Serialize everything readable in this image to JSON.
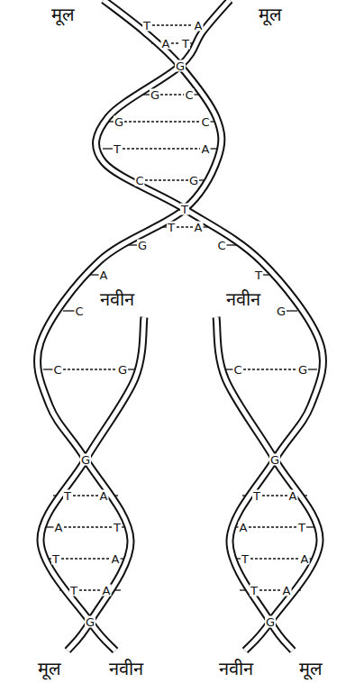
{
  "diagram": {
    "labels": [
      "मूल",
      "मूल",
      "T",
      "A",
      "A",
      "T",
      "G",
      "G",
      "C",
      "G",
      "C",
      "T",
      "A",
      "C",
      "G",
      "T",
      "T",
      "A",
      "G",
      "C",
      "A",
      "T",
      "C",
      "नवीन",
      "नवीन",
      "G",
      "C",
      "G",
      "C",
      "G",
      "G",
      "G",
      "T",
      "A",
      "A",
      "T",
      "T",
      "A",
      "T",
      "A",
      "T",
      "A",
      "A",
      "T",
      "T",
      "A",
      "T",
      "A",
      "G",
      "G",
      "मूल",
      "नवीन",
      "नवीन",
      "मूल"
    ]
  }
}
